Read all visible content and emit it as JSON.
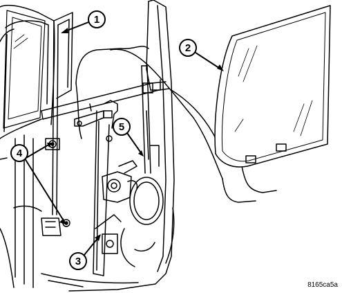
{
  "diagram": {
    "callouts": [
      {
        "id": "callout-1",
        "label": "1"
      },
      {
        "id": "callout-2",
        "label": "2"
      },
      {
        "id": "callout-3",
        "label": "3"
      },
      {
        "id": "callout-4",
        "label": "4"
      },
      {
        "id": "callout-5",
        "label": "5"
      }
    ],
    "figure_id": "8165ca5a",
    "colors": {
      "line": "#000000",
      "fill": "#ffffff",
      "glass_shade": "#f2f2f2"
    }
  }
}
